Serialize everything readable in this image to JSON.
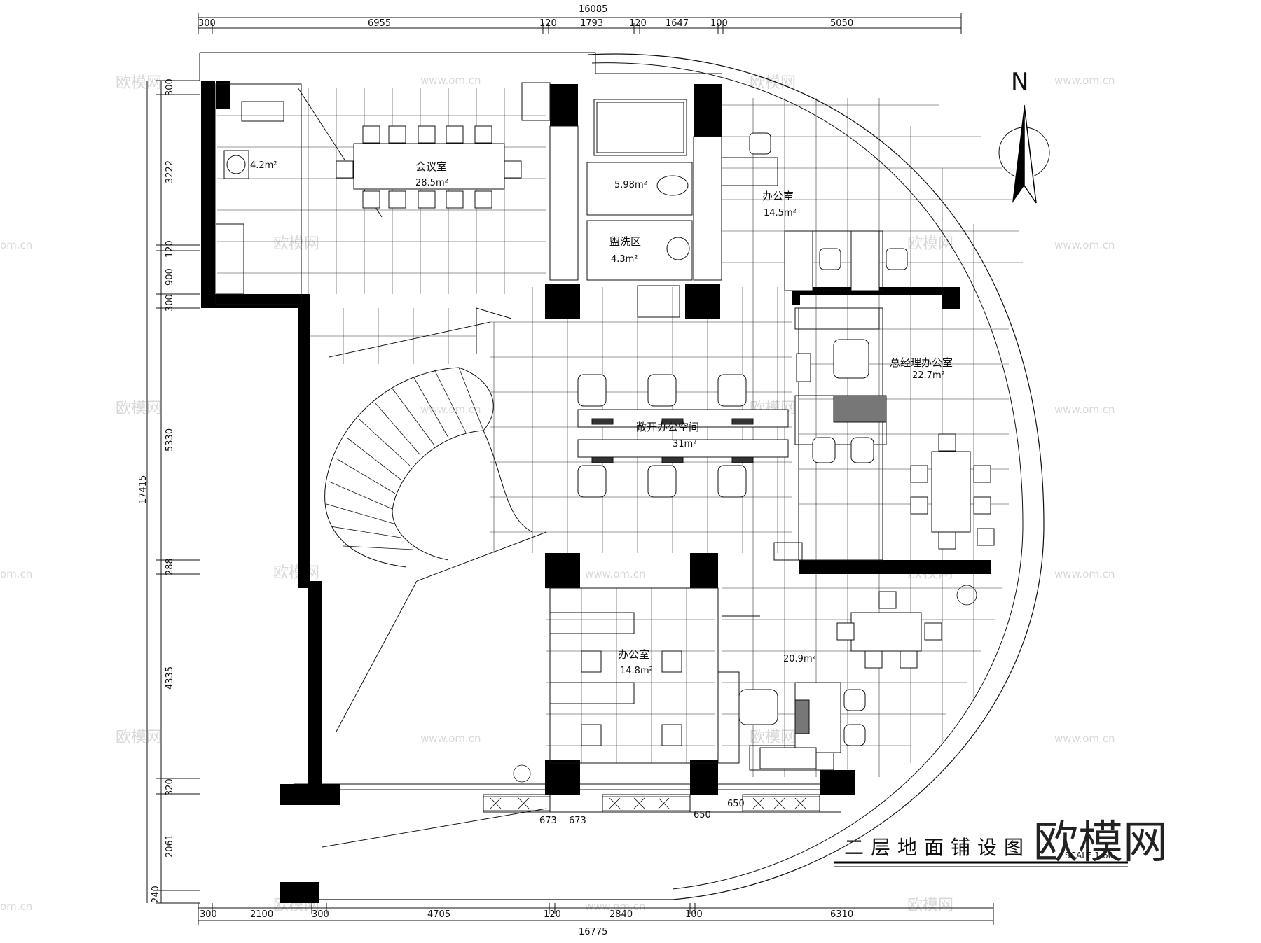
{
  "title": "二层地面铺设图",
  "scale": "SCALE 1:60",
  "north": "N",
  "watermark_text": "欧模网",
  "watermark_url": "www.om.cn",
  "watermark_partial": "om.cn",
  "dims_top": {
    "total": "16085",
    "segments": [
      "300",
      "6955",
      "120",
      "1793",
      "120",
      "1647",
      "100",
      "5050"
    ]
  },
  "dims_bottom": {
    "total": "16775",
    "segments": [
      "300",
      "2100",
      "300",
      "4705",
      "120",
      "2840",
      "100",
      "6310"
    ]
  },
  "dims_left": {
    "total": "17415",
    "segments": [
      "300",
      "3222",
      "120",
      "900",
      "300",
      "5330",
      "288",
      "4335",
      "320",
      "2061",
      "240"
    ]
  },
  "planter_dims": [
    "673",
    "673",
    "650",
    "650"
  ],
  "rooms": [
    {
      "name": "会议室",
      "area": "28.5m²"
    },
    {
      "name": "",
      "area": "4.2m²"
    },
    {
      "name": "",
      "area": "5.98m²"
    },
    {
      "name": "盥洗区",
      "area": "4.3m²"
    },
    {
      "name": "办公室",
      "area": "14.5m²"
    },
    {
      "name": "总经理办公室",
      "area": "22.7m²"
    },
    {
      "name": "敞开办公空间",
      "area": "31m²"
    },
    {
      "name": "办公室",
      "area": "14.8m²"
    },
    {
      "name": "",
      "area": "20.9m²"
    }
  ]
}
